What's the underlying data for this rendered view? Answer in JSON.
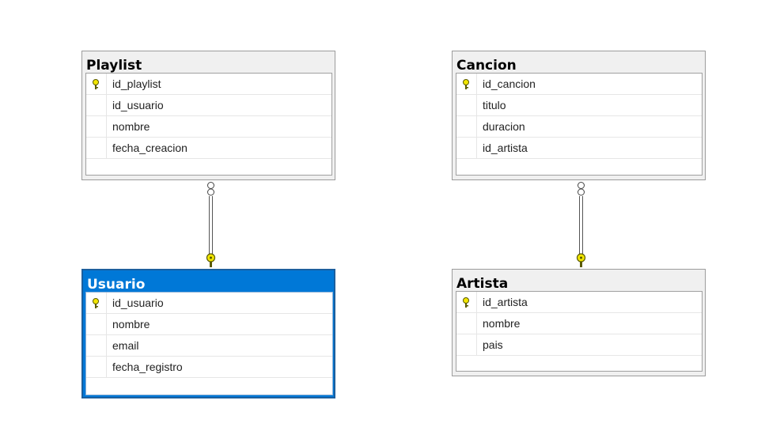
{
  "tables": {
    "playlist": {
      "title": "Playlist",
      "columns": [
        "id_playlist",
        "id_usuario",
        "nombre",
        "fecha_creacion"
      ],
      "primary_key": "id_playlist"
    },
    "cancion": {
      "title": "Cancion",
      "columns": [
        "id_cancion",
        "titulo",
        "duracion",
        "id_artista"
      ],
      "primary_key": "id_cancion"
    },
    "usuario": {
      "title": "Usuario",
      "columns": [
        "id_usuario",
        "nombre",
        "email",
        "fecha_registro"
      ],
      "primary_key": "id_usuario",
      "selected": true
    },
    "artista": {
      "title": "Artista",
      "columns": [
        "id_artista",
        "nombre",
        "pais"
      ],
      "primary_key": "id_artista"
    }
  },
  "relationships": [
    {
      "from": "Playlist",
      "to": "Usuario",
      "from_end": "many",
      "to_end": "key"
    },
    {
      "from": "Cancion",
      "to": "Artista",
      "from_end": "many",
      "to_end": "key"
    }
  ],
  "colors": {
    "selected_header": "#0078d7",
    "header": "#f0f0f0",
    "key_icon": "#f2e600"
  }
}
